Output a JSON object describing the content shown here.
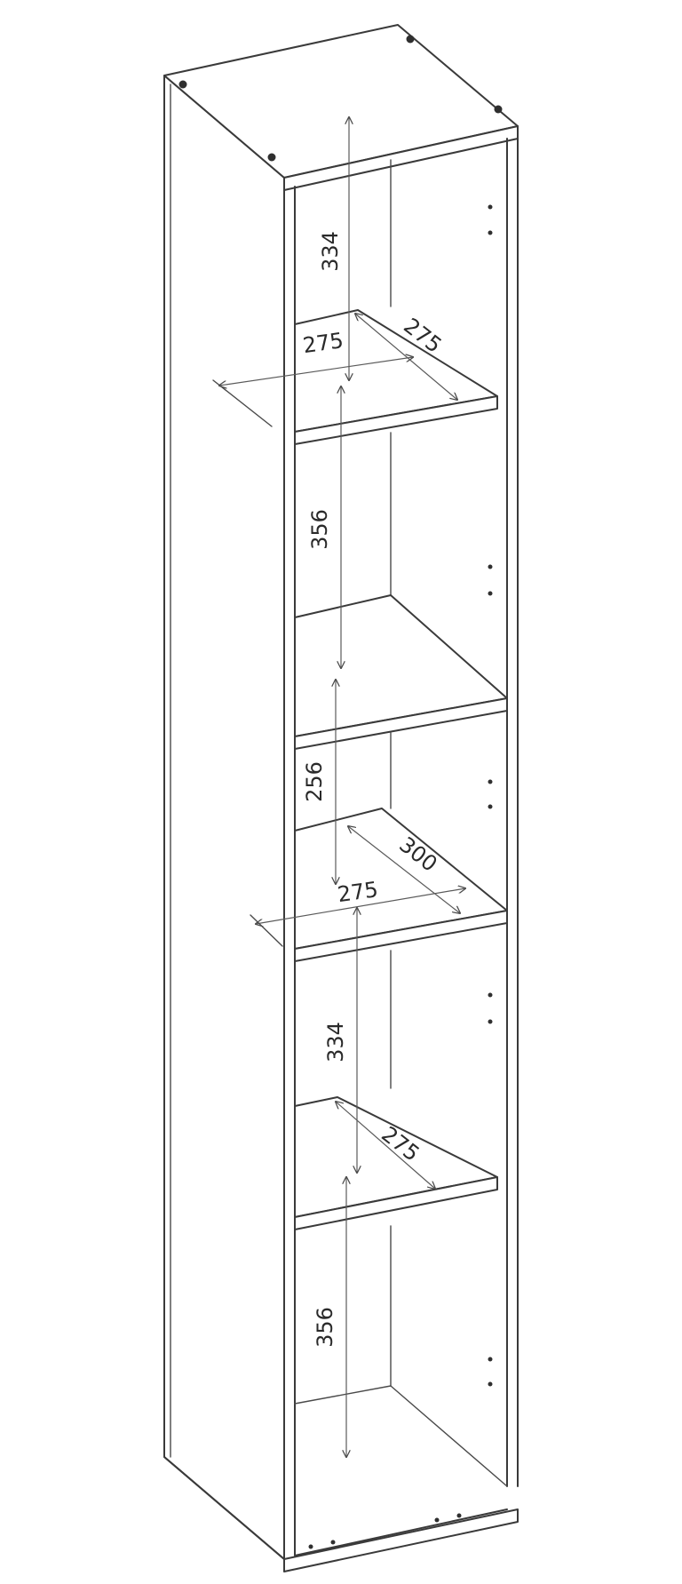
{
  "drawing": {
    "dimensions": [
      {
        "id": "top-height",
        "label": "334"
      },
      {
        "id": "top-width",
        "label": "275"
      },
      {
        "id": "top-depth",
        "label": "275"
      },
      {
        "id": "second-height",
        "label": "356"
      },
      {
        "id": "middle-height",
        "label": "256"
      },
      {
        "id": "middle-depth",
        "label": "300"
      },
      {
        "id": "middle-width",
        "label": "275"
      },
      {
        "id": "lower-height",
        "label": "334"
      },
      {
        "id": "lower-depth",
        "label": "275"
      },
      {
        "id": "bottom-height",
        "label": "356"
      }
    ]
  }
}
